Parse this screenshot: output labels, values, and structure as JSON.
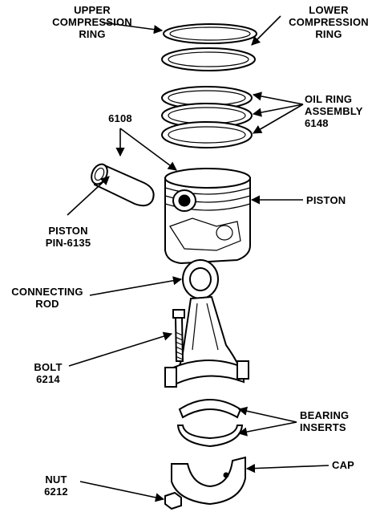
{
  "labels": {
    "upper_ring": [
      "UPPER",
      "COMPRESSION",
      "RING"
    ],
    "lower_ring": [
      "LOWER",
      "COMPRESSION",
      "RING"
    ],
    "oil_ring": [
      "OIL RING",
      "ASSEMBLY",
      "6148"
    ],
    "part_6108": "6108",
    "piston": "PISTON",
    "piston_pin": [
      "PISTON",
      "PIN-6135"
    ],
    "connecting_rod": [
      "CONNECTING",
      "ROD"
    ],
    "bolt": [
      "BOLT",
      "6214"
    ],
    "bearing_inserts": [
      "BEARING",
      "INSERTS"
    ],
    "cap": "CAP",
    "nut": [
      "NUT",
      "6212"
    ]
  }
}
